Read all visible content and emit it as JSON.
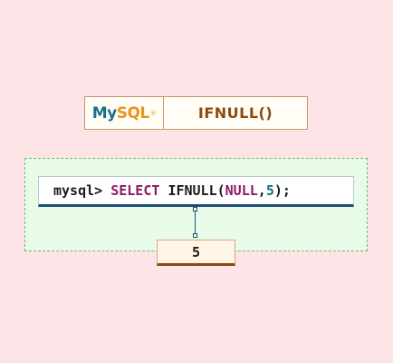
{
  "header": {
    "logo": {
      "my": "My",
      "sql": "SQL",
      "tm": "®"
    },
    "function_name": "IFNULL()"
  },
  "query": {
    "prompt": "mysql> ",
    "select": "SELECT",
    "space": " ",
    "func": "IFNULL(",
    "null_kw": "NULL",
    "comma": ",",
    "arg": "5",
    "close": ");"
  },
  "result": {
    "value": "5"
  },
  "colors": {
    "background": "#fde4e7",
    "panel": "#e8fbe8",
    "keyword": "#8e1a63",
    "number": "#1a6f8a",
    "function_title": "#8b4a10",
    "logo_primary": "#1a6f8a",
    "logo_accent": "#e8951c"
  }
}
